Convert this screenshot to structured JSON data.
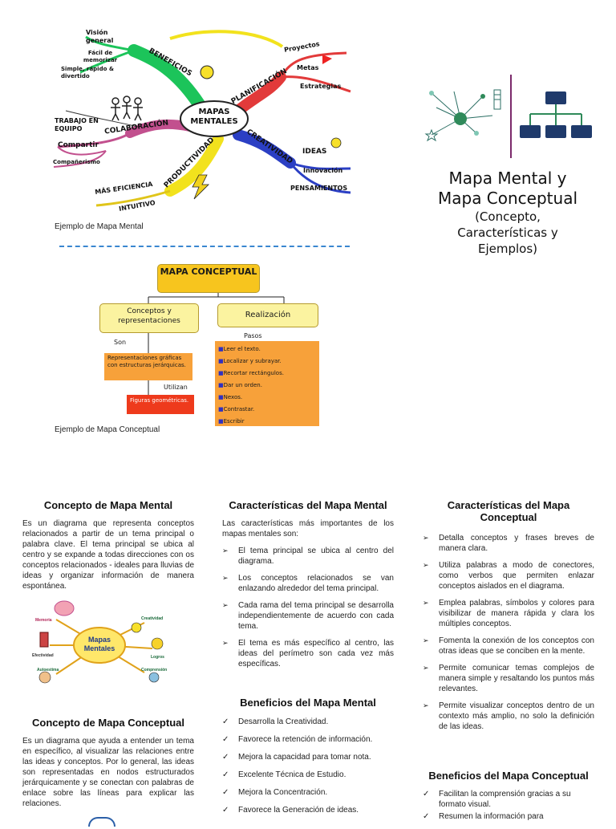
{
  "mind_map": {
    "caption": "Ejemplo de Mapa Mental",
    "center": "MAPAS MENTALES",
    "branches": {
      "beneficios": "BENEFICIOS",
      "planificacion": "PLANIFICACIÓN",
      "creatividad": "CREATIVIDAD",
      "productividad": "PRODUCTIVIDAD",
      "colaboracion": "COLABORACIÓN"
    },
    "leaves": {
      "vision": "Visión general",
      "facil": "Fácil de memorizar",
      "simple": "Simple, rápido & divertido",
      "proyectos": "Proyectos",
      "metas": "Metas",
      "estrategias": "Estrategias",
      "ideas": "IDEAS",
      "innovacion": "Innovación",
      "pensamientos": "PENSAMIENTOS",
      "eficiencia": "MÁS EFICIENCIA",
      "intuitivo": "INTUITIVO",
      "trabajo": "TRABAJO EN EQUIPO",
      "compartir": "Compartir",
      "companerismo": "Compañerismo"
    }
  },
  "concept_map": {
    "caption": "Ejemplo de Mapa Conceptual",
    "root": "MAPA CONCEPTUAL",
    "left_node": "Conceptos y representaciones",
    "right_node": "Realización",
    "link_son": "Son",
    "link_pasos": "Pasos",
    "link_utilizan": "Utilizan",
    "repr": "Representaciones gráficas con estructuras jerárquicas.",
    "figuras": "Figuras geométricas.",
    "steps": [
      "Leer el texto.",
      "Localizar y subrayar.",
      "Recortar rectángulos.",
      "Dar un orden.",
      "Nexos.",
      "Contrastar.",
      "Escribir"
    ]
  },
  "header": {
    "title_line1": "Mapa Mental y",
    "title_line2": "Mapa Conceptual",
    "subtitle": "(Concepto, Características y Ejemplos)"
  },
  "col1": {
    "title1": "Concepto de Mapa Mental",
    "text1": "Es un diagrama que representa conceptos relacionados a partir de un tema principal o palabra clave. El tema principal se ubica al centro y se expande a todas direcciones con os conceptos relacionados - ideales para lluvias de ideas y organizar información de manera espontánea.",
    "mini_center": "Mapas Mentales",
    "mini_labels": [
      "Memoria",
      "Creatividad",
      "Efectividad",
      "Logros",
      "Autoestima",
      "Comprensión"
    ],
    "title2": "Concepto de Mapa Conceptual",
    "text2": "Es un diagrama que ayuda a entender un tema en específico, al visualizar las relaciones entre las ideas y conceptos. Por lo general, las ideas son representadas en nodos estructurados jerárquicamente y se conectan con palabras de enlace sobre las líneas para explicar las relaciones."
  },
  "col2": {
    "title1": "Características del Mapa Mental",
    "intro": "Las características más importantes de los mapas mentales son:",
    "items": [
      "El tema principal se ubica al centro del diagrama.",
      "Los conceptos relacionados se van enlazando alrededor del tema principal.",
      "Cada rama del tema principal se desarrolla independientemente de acuerdo con cada tema.",
      "El tema es más específico al centro, las ideas del perímetro son cada vez más específicas."
    ],
    "title2": "Beneficios del Mapa Mental",
    "benefits": [
      "Desarrolla la Creatividad.",
      "Favorece la retención de información.",
      "Mejora la capacidad para tomar nota.",
      "Excelente Técnica de Estudio.",
      "Mejora la Concentración.",
      "Favorece la Generación de ideas."
    ]
  },
  "col3": {
    "title1": "Características del Mapa Conceptual",
    "items": [
      "Detalla conceptos y frases breves de manera clara.",
      "Utiliza palabras a modo de conectores, como verbos que permiten enlazar conceptos aislados en el diagrama.",
      "Emplea palabras, símbolos y colores para visibilizar de manera rápida y clara los múltiples conceptos.",
      "Fomenta la conexión de los conceptos con otras ideas que se conciben en la mente.",
      "Permite comunicar temas complejos de manera simple y resaltando los puntos más relevantes.",
      "Permite visualizar conceptos dentro de un contexto más amplio, no solo la definición de las ideas."
    ],
    "title2": "Beneficios del Mapa Conceptual",
    "benefits": [
      "Facilitan la comprensión gracias a su formato visual.",
      "Resumen la información para"
    ]
  },
  "colors": {
    "concept_root": "#f7c51e",
    "concept_node": "#fbf3a0",
    "concept_orange": "#f7a13a",
    "concept_red": "#ee3a1c",
    "divider_blue": "#3a87d0",
    "icon_navy": "#1f3a6b",
    "icon_green": "#2f8a5a",
    "vertical_line": "#7b2a6b"
  }
}
